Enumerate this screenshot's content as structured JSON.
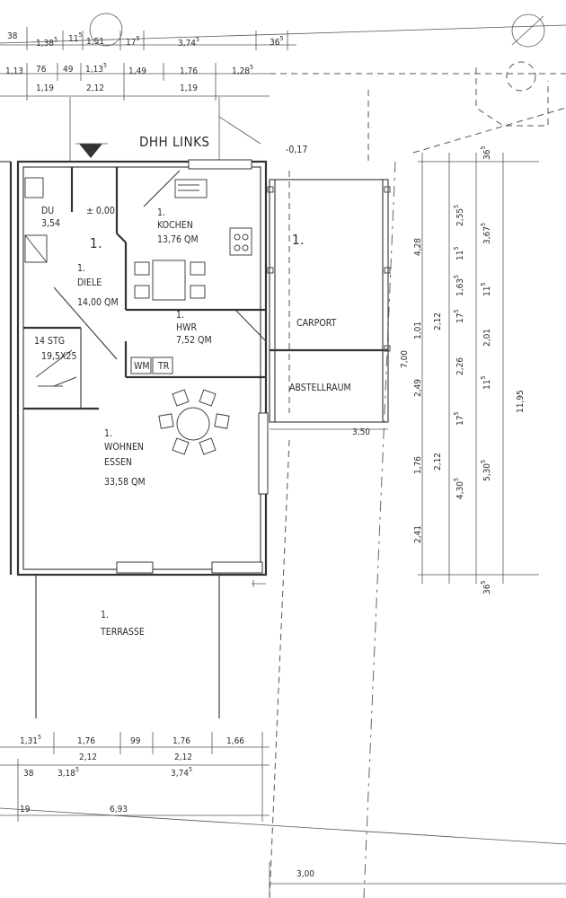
{
  "title": "DHH LINKS",
  "rooms": {
    "du": {
      "num": "DU",
      "area": "3,54"
    },
    "diele": {
      "num": "1.",
      "name": "DIELE",
      "area": "14,00 QM"
    },
    "kochen": {
      "num": "1.",
      "name": "KOCHEN",
      "area": "13,76 QM"
    },
    "hwr": {
      "num": "1.",
      "name": "HWR",
      "area": "7,52 QM"
    },
    "wohnen": {
      "num": "1.",
      "name": "WOHNEN",
      "name2": "ESSEN",
      "area": "33,58 QM"
    },
    "carport": {
      "num": "1.",
      "name": "CARPORT"
    },
    "abstellraum": {
      "name": "ABSTELLRAUM"
    },
    "terrasse": {
      "num": "1.",
      "name": "TERRASSE"
    },
    "stair": {
      "name": "14 STG",
      "size": "19,5X25"
    },
    "wm": "WM",
    "tr": "TR",
    "level": "± 0,00",
    "level_right": "-0,17",
    "floor_num": "1."
  },
  "dims_top": {
    "a": "38",
    "b": "1,38",
    "b_s": "5",
    "c": "11",
    "c_s": "5",
    "d": "1,51",
    "e": "17",
    "e_s": "5",
    "f": "3,74",
    "f_s": "5",
    "g": "36",
    "g_s": "5",
    "r2a": "1,13",
    "r2b": "76",
    "r2c": "49",
    "r2d": "1,13",
    "r2d_s": "5",
    "r2e": "1,49",
    "r2f": "1,76",
    "r2g": "1,28",
    "r2g_s": "5",
    "r3a": "1,19",
    "r3b": "2,12",
    "r3c": "1,19"
  },
  "dims_right": {
    "a": "36",
    "a_s": "5",
    "b": "2,55",
    "b_s": "5",
    "c": "3,67",
    "c_s": "5",
    "d": "4,28",
    "e": "11",
    "e_s": "5",
    "f": "1,63",
    "f_s": "5",
    "g": "11",
    "g_s": "5",
    "h": "1,01",
    "i": "2,12",
    "j": "17",
    "j_s": "5",
    "k": "2,01",
    "l": "7,00",
    "m": "2,49",
    "n": "2,26",
    "o": "11",
    "o_s": "5",
    "p": "11,95",
    "q": "17",
    "q_s": "5",
    "r": "1,76",
    "s": "2,12",
    "t": "5,30",
    "t_s": "5",
    "u": "4,30",
    "u_s": "5",
    "v": "2,41",
    "w": "36",
    "w_s": "5",
    "carport_w": "3,50"
  },
  "dims_bottom": {
    "a": "1,31",
    "a_s": "5",
    "b": "1,76",
    "c": "99",
    "d": "1,76",
    "e": "1,66",
    "f": "2,12",
    "g": "2,12",
    "h": "38",
    "i": "3,18",
    "i_s": "5",
    "j": "3,74",
    "j_s": "5",
    "k": "19",
    "l": "6,93",
    "m": "3,00"
  }
}
